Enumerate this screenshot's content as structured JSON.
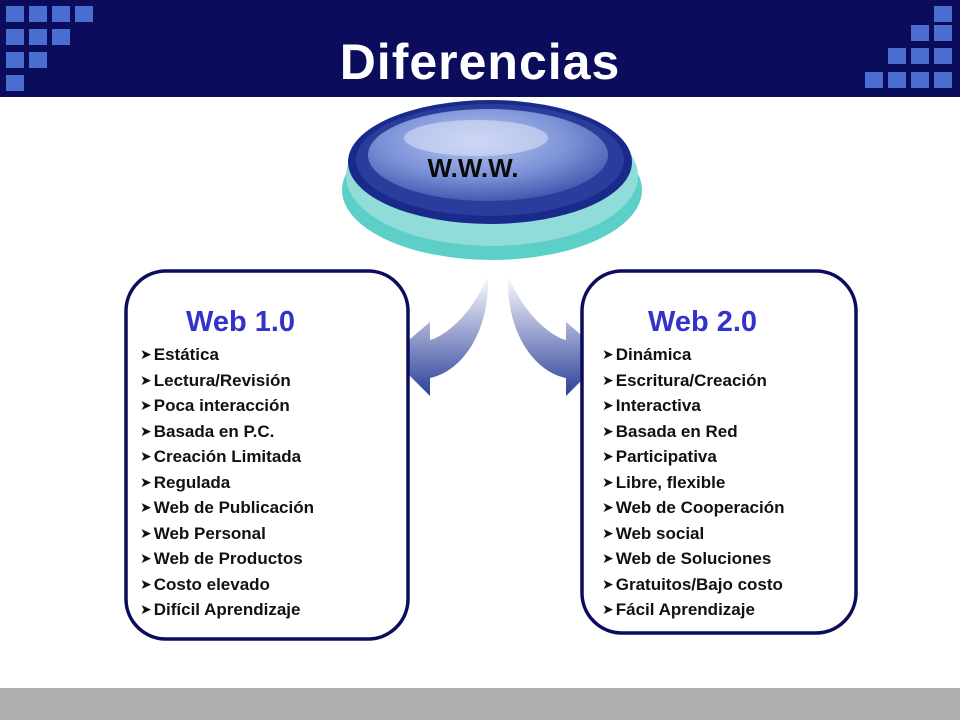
{
  "title": "Diferencias",
  "center": {
    "label": "W.W.W."
  },
  "left_panel": {
    "title": "Web 1.0",
    "items": [
      "Estática",
      "Lectura/Revisión",
      "Poca interacción",
      "Basada en P.C.",
      "Creación Limitada",
      "Regulada",
      "Web de Publicación",
      "Web Personal",
      "Web de Productos",
      "Costo elevado",
      "Difícil Aprendizaje"
    ]
  },
  "right_panel": {
    "title": "Web 2.0",
    "items": [
      "Dinámica",
      "Escritura/Creación",
      "Interactiva",
      "Basada en Red",
      "Participativa",
      "Libre, flexible",
      "Web de Cooperación",
      "Web social",
      "Web de Soluciones",
      "Gratuitos/Bajo costo",
      "Fácil Aprendizaje"
    ]
  },
  "colors": {
    "header": "#0c0c5c",
    "title_text": "#ffffff",
    "accent_squares": "#4a6fd0",
    "panel_border": "#0c0c5c",
    "panel_title": "#3333cc",
    "footer": "#b0b0b0"
  },
  "icons": {
    "bullet": "arrowhead-bullet-icon",
    "arrows": "curved-arrow-icon",
    "center": "oval-button-icon"
  }
}
